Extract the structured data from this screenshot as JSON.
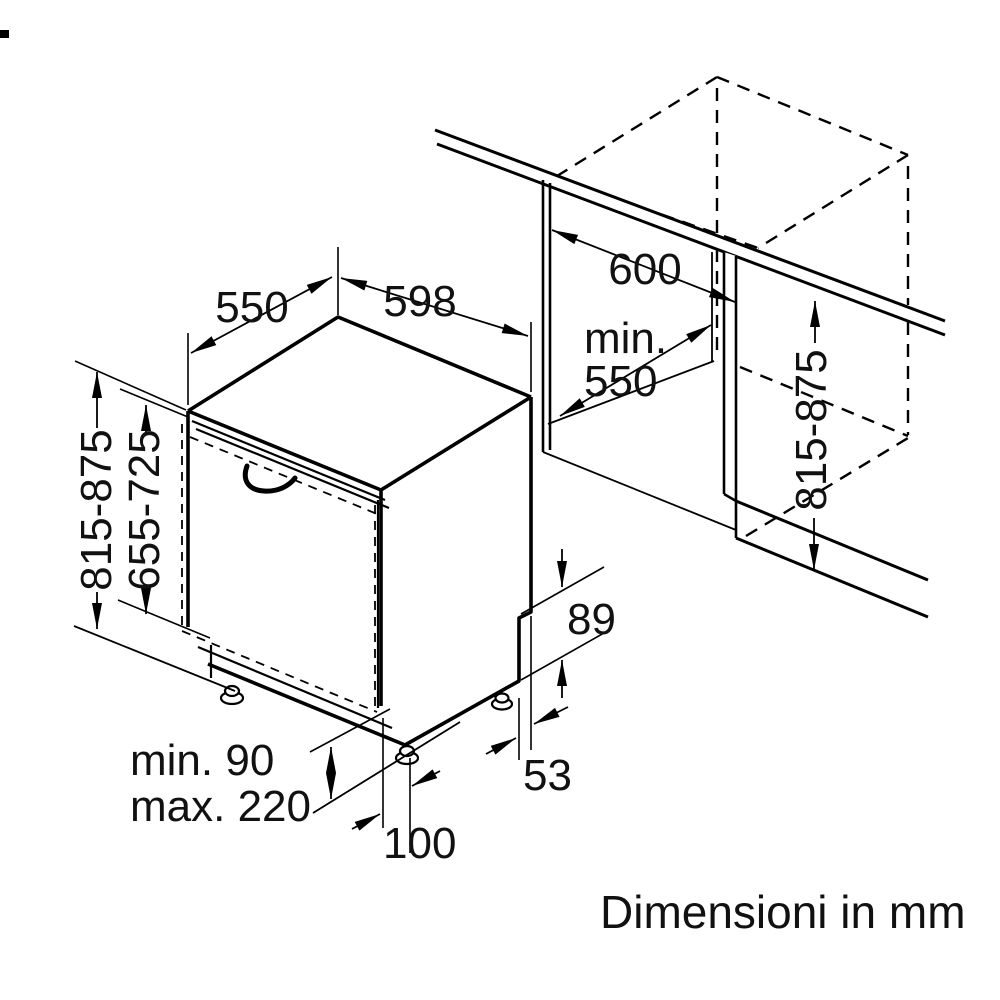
{
  "colors": {
    "line": "#000000",
    "background": "#ffffff"
  },
  "diagram": {
    "caption": "Dimensioni in mm",
    "labels": {
      "top_depth": "550",
      "top_width": "598",
      "niche_width": "600",
      "niche_depth_min_line1": "min.",
      "niche_depth_min_line2": "550",
      "appliance_height": "815-875",
      "door_panel_height": "655-725",
      "niche_height": "815-875",
      "rear_step_height": "89",
      "rear_step_depth": "53",
      "door_projection": "100",
      "plinth_height_min": "min. 90",
      "plinth_height_max": "max. 220"
    }
  }
}
